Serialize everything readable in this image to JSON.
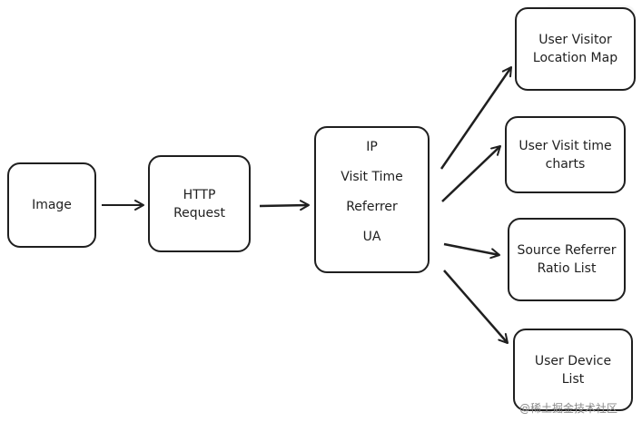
{
  "nodes": {
    "image": {
      "lines": [
        "Image"
      ]
    },
    "http": {
      "lines": [
        "HTTP",
        "Request"
      ]
    },
    "info": {
      "lines": [
        "IP",
        "Visit Time",
        "Referrer",
        "UA"
      ]
    },
    "map": {
      "lines": [
        "User Visitor",
        "Location Map"
      ]
    },
    "time": {
      "lines": [
        "User Visit time",
        "charts"
      ]
    },
    "ratio": {
      "lines": [
        "Source Referrer",
        "Ratio List"
      ]
    },
    "device": {
      "lines": [
        "User Device",
        "List"
      ]
    }
  },
  "edges": [
    {
      "from": "image",
      "to": "http"
    },
    {
      "from": "http",
      "to": "info"
    },
    {
      "from": "info",
      "to": "map"
    },
    {
      "from": "info",
      "to": "time"
    },
    {
      "from": "info",
      "to": "ratio"
    },
    {
      "from": "info",
      "to": "device"
    }
  ],
  "watermark": "@稀土掘金技术社区",
  "colors": {
    "stroke": "#1f1f1f",
    "background": "#ffffff",
    "watermark": "#8a8a8a"
  }
}
